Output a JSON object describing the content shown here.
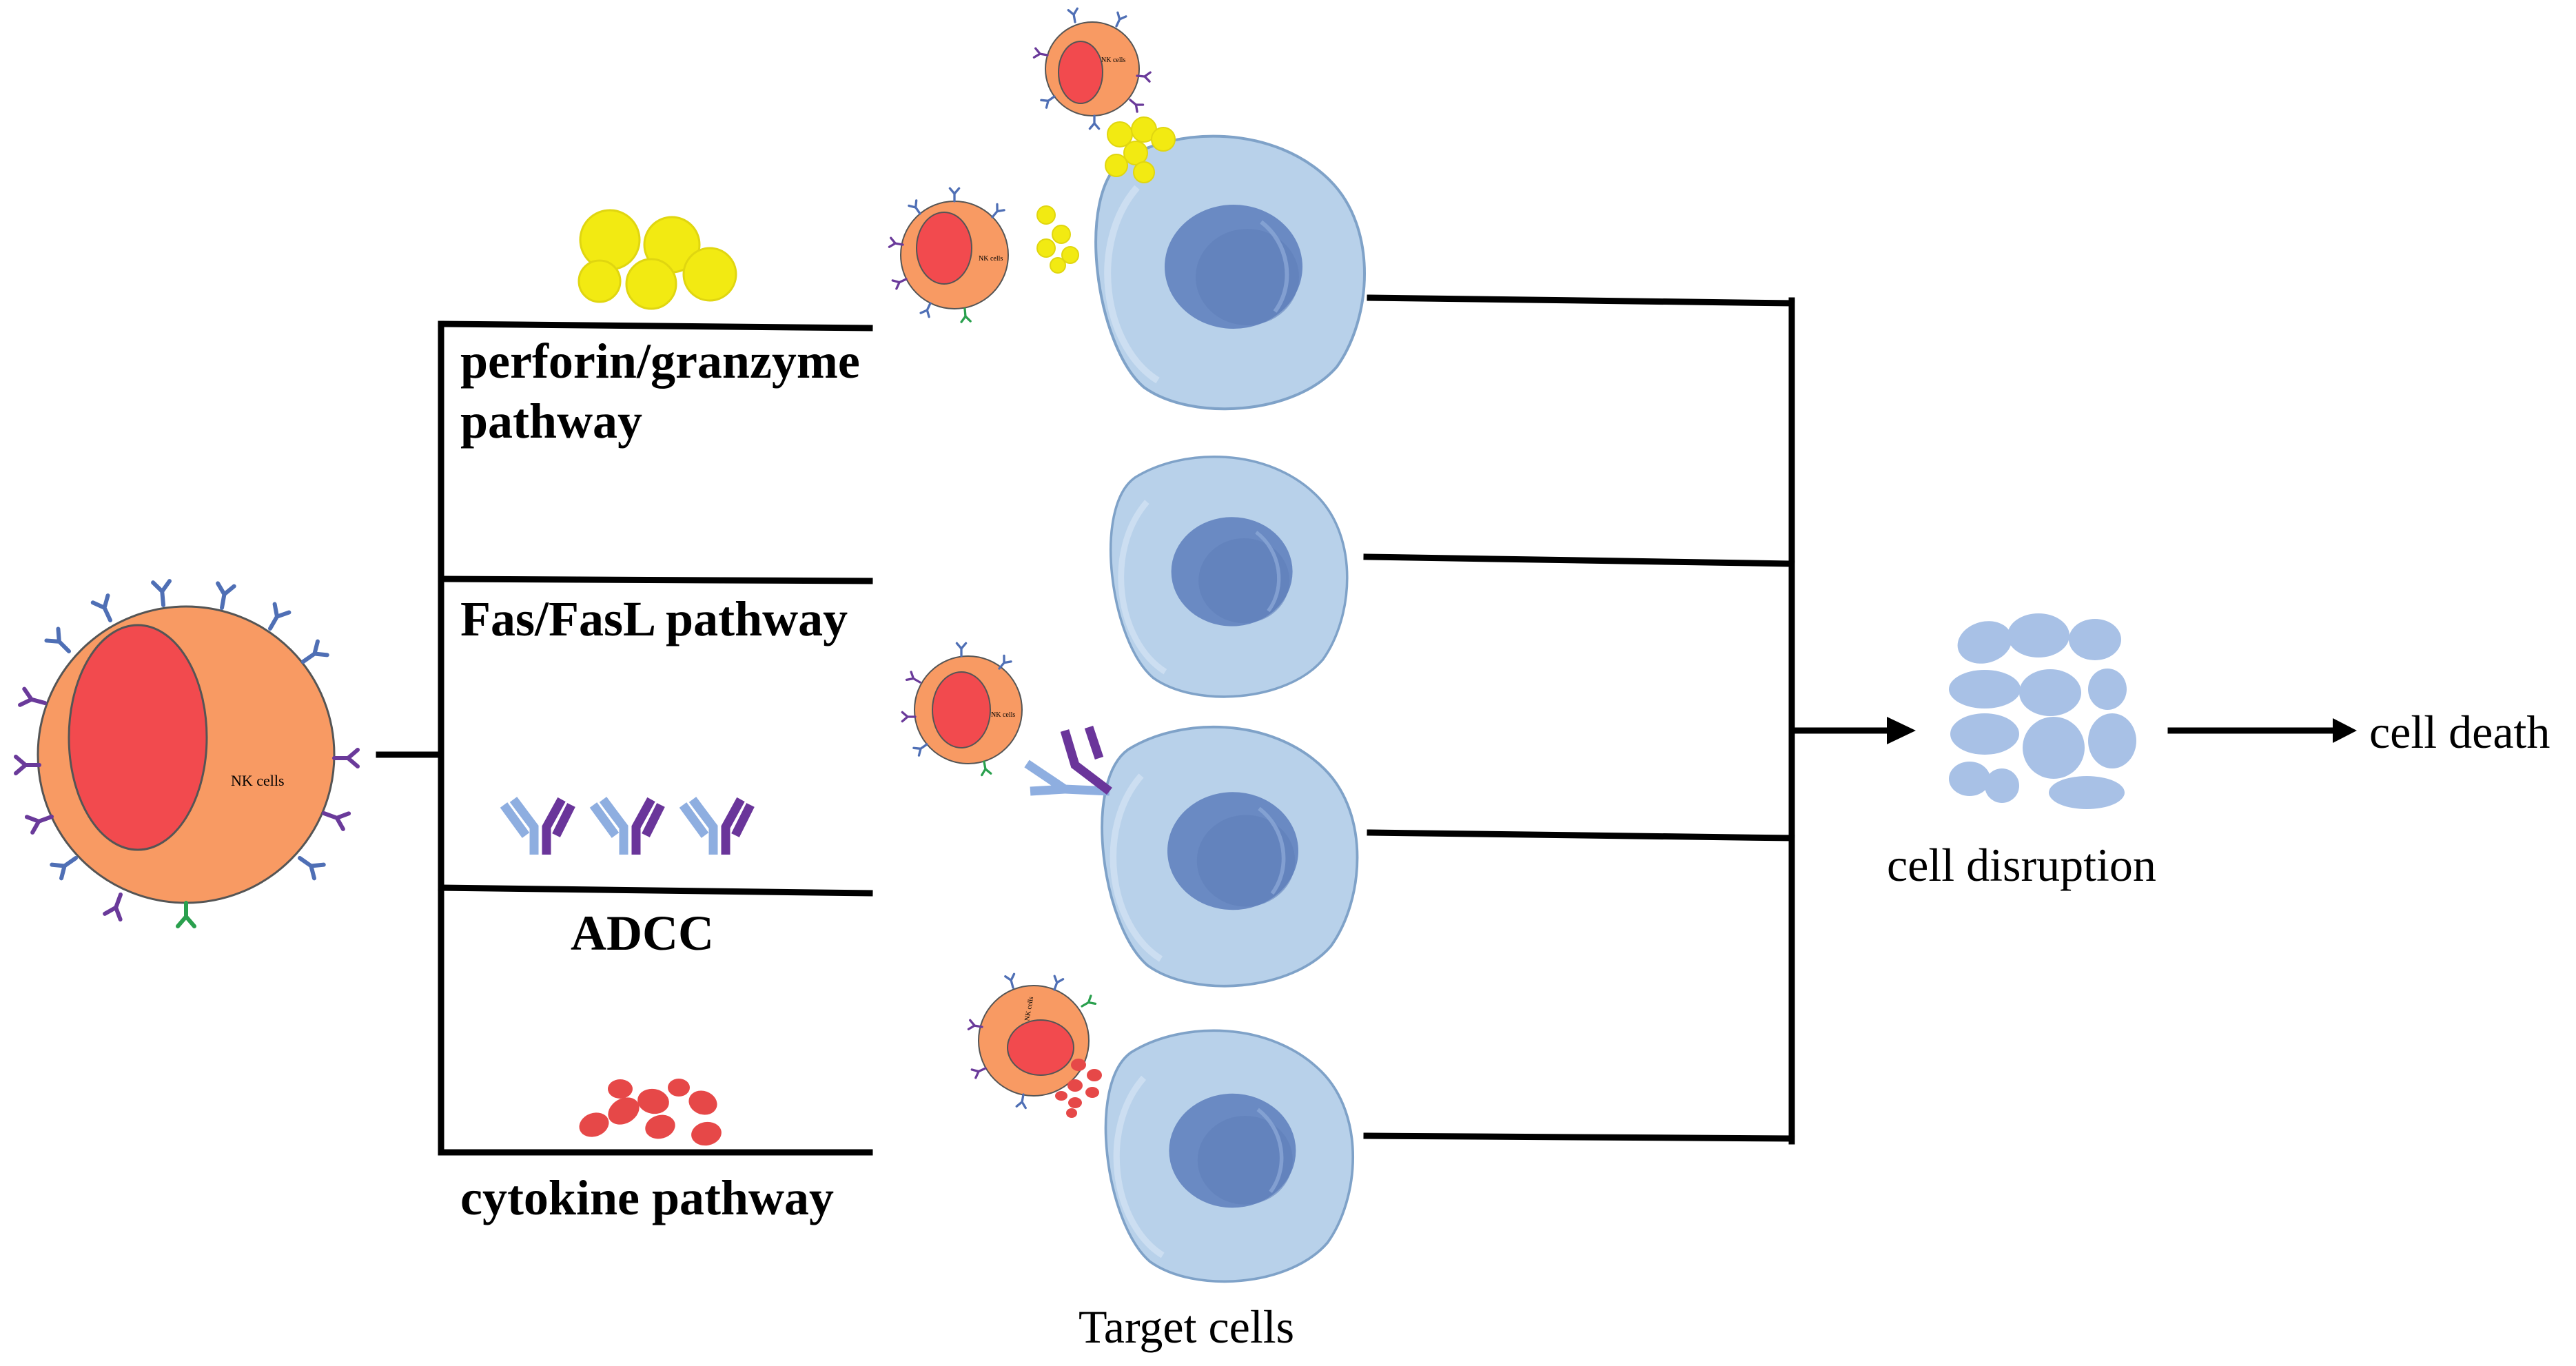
{
  "nk_cell_label": "NK cells",
  "pathways": {
    "perforin": [
      "perforin/granzyme",
      "pathway"
    ],
    "fas": "Fas/FasL pathway",
    "adcc": "ADCC",
    "cytokine": "cytokine pathway"
  },
  "target_cells_label": "Target cells",
  "cell_disruption_label": "cell disruption",
  "cell_death_label": "cell death",
  "colors": {
    "nk_body": "#f89a63",
    "nk_nucleus": "#f24a4e",
    "target_body": "#b8d1ea",
    "target_nucleus": "#6a8ac3",
    "perforin": "#f2ea12",
    "antibody_light": "#8eaee0",
    "antibody_dark": "#6a359a",
    "cytokine": "#e64848",
    "receptor_blue": "#4f6fb5",
    "receptor_purple": "#6a3a9a",
    "receptor_green": "#2aa04e"
  },
  "icons": [
    "nk-cell-icon",
    "target-cell-icon",
    "perforin-granule-icon",
    "antibody-icon",
    "cytokine-icon",
    "cell-fragment-icon",
    "arrow-icon"
  ]
}
